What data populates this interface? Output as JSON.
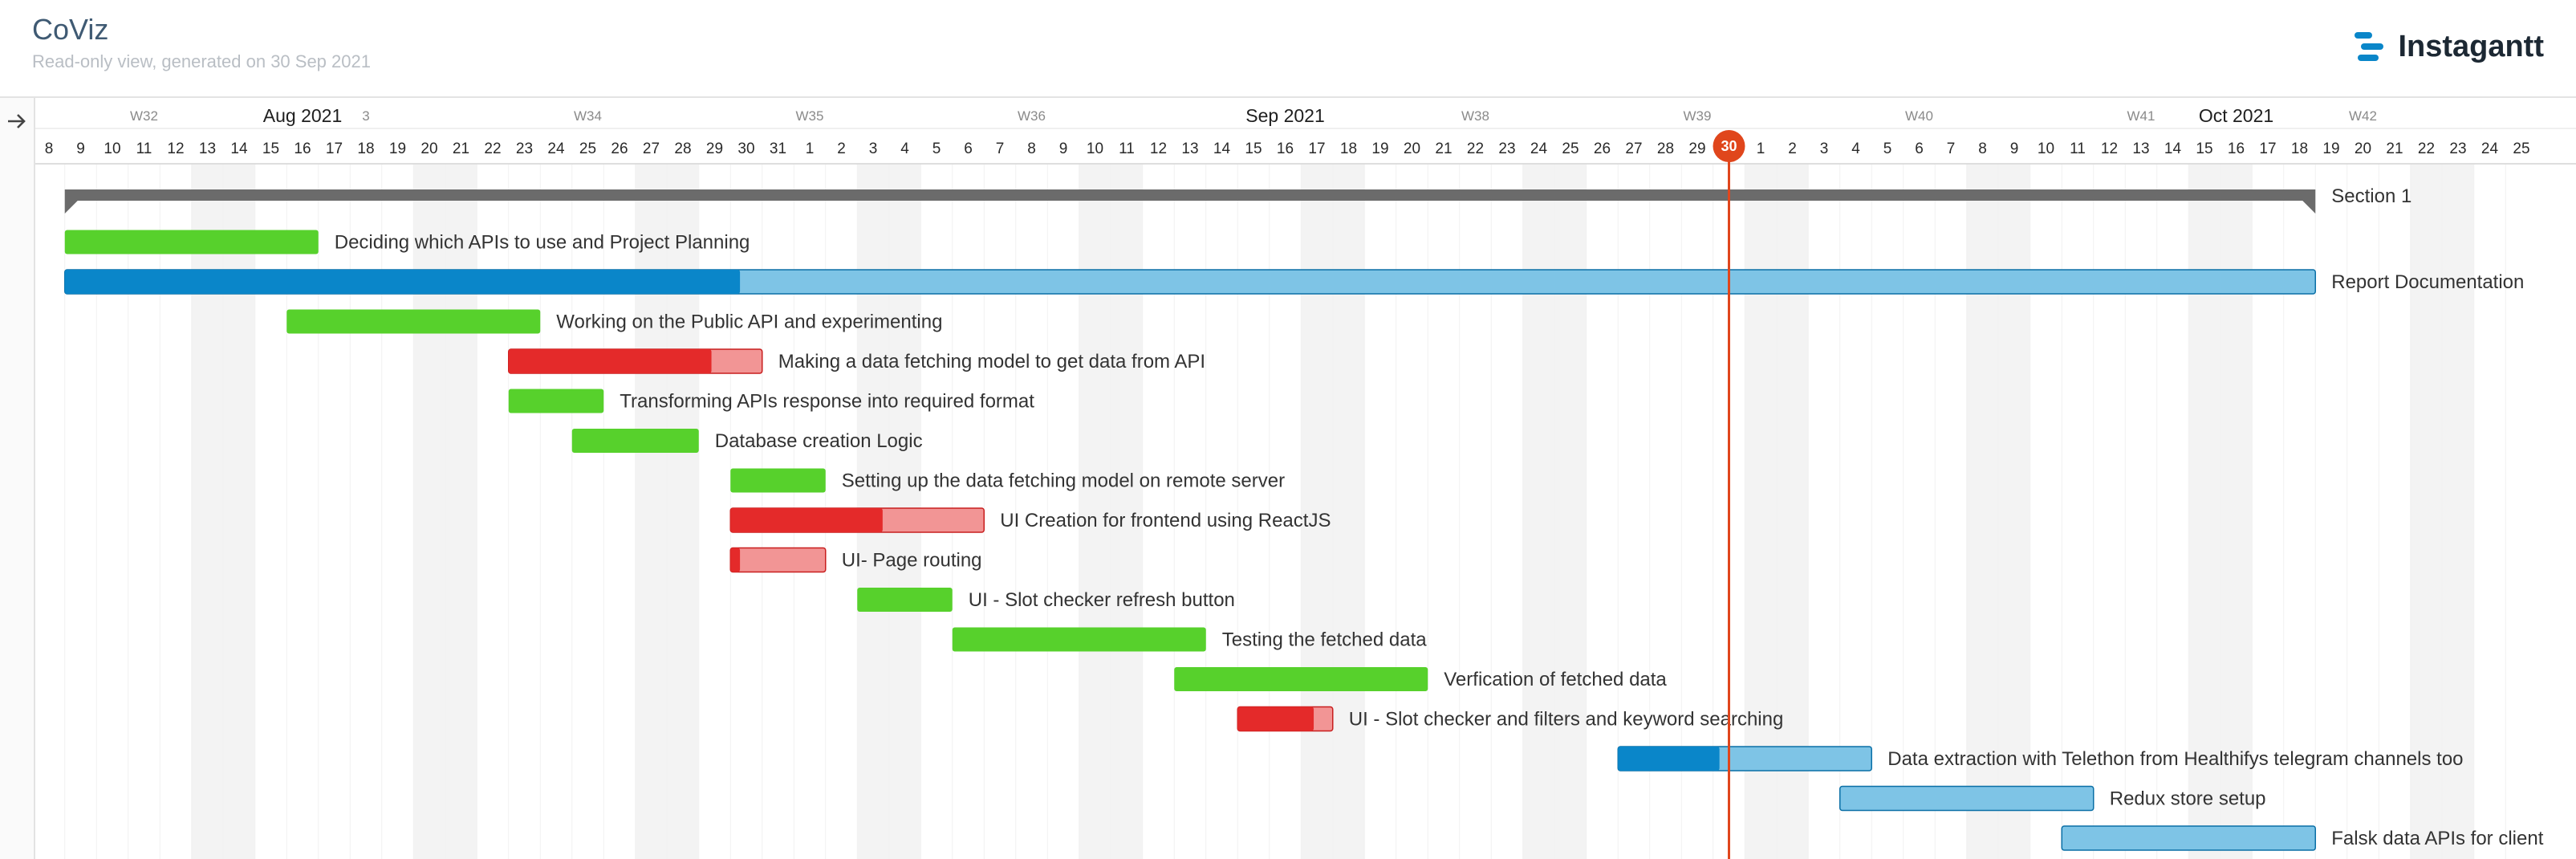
{
  "header": {
    "title": "CoViz",
    "subtitle": "Read-only view, generated on 30 Sep 2021",
    "brand": "Instagantt"
  },
  "timeline": {
    "days": [
      "8",
      "9",
      "10",
      "11",
      "12",
      "13",
      "14",
      "15",
      "16",
      "17",
      "18",
      "19",
      "20",
      "21",
      "22",
      "23",
      "24",
      "25",
      "26",
      "27",
      "28",
      "29",
      "30",
      "31",
      "1",
      "2",
      "3",
      "4",
      "5",
      "6",
      "7",
      "8",
      "9",
      "10",
      "11",
      "12",
      "13",
      "14",
      "15",
      "16",
      "17",
      "18",
      "19",
      "20",
      "21",
      "22",
      "23",
      "24",
      "25",
      "26",
      "27",
      "28",
      "29",
      "30",
      "1",
      "2",
      "3",
      "4",
      "5",
      "6",
      "7",
      "8",
      "9",
      "10",
      "11",
      "12",
      "13",
      "14",
      "15",
      "16",
      "17",
      "18",
      "19",
      "20",
      "21",
      "22",
      "23",
      "24",
      "25"
    ],
    "weekend_day_indices": [
      5,
      6,
      12,
      13,
      19,
      20,
      26,
      27,
      33,
      34,
      40,
      41,
      47,
      48,
      54,
      55,
      61,
      62,
      68,
      69,
      75,
      76
    ],
    "week_labels": [
      {
        "day_index": 3,
        "text": "W32"
      },
      {
        "day_index": 10,
        "text": "3"
      },
      {
        "day_index": 17,
        "text": "W34"
      },
      {
        "day_index": 24,
        "text": "W35"
      },
      {
        "day_index": 31,
        "text": "W36"
      },
      {
        "day_index": 45,
        "text": "W38"
      },
      {
        "day_index": 52,
        "text": "W39"
      },
      {
        "day_index": 59,
        "text": "W40"
      },
      {
        "day_index": 66,
        "text": "W41"
      },
      {
        "day_index": 73,
        "text": "W42"
      }
    ],
    "month_labels": [
      {
        "day_index": 8,
        "text": "Aug 2021"
      },
      {
        "day_index": 39,
        "text": "Sep 2021"
      },
      {
        "day_index": 69,
        "text": "Oct 2021"
      }
    ],
    "today_index": 53,
    "today_label": "30"
  },
  "section": {
    "label": "Section 1",
    "start": 0.5,
    "end": 71.5
  },
  "tasks": [
    {
      "label": "Deciding which APIs to use and Project Planning",
      "start": 0.5,
      "end": 8.5,
      "progress": 1.0,
      "status": "done"
    },
    {
      "label": "Report Documentation",
      "start": 0.5,
      "end": 71.5,
      "progress": 0.3,
      "status": "in_progress"
    },
    {
      "label": "Working on the Public API and experimenting",
      "start": 7.5,
      "end": 15.5,
      "progress": 1.0,
      "status": "done"
    },
    {
      "label": "Making a data fetching model to get data from API",
      "start": 14.5,
      "end": 22.5,
      "progress": 0.8,
      "status": "overdue"
    },
    {
      "label": "Transforming APIs response into required format",
      "start": 14.5,
      "end": 17.5,
      "progress": 1.0,
      "status": "done"
    },
    {
      "label": "Database creation Logic",
      "start": 16.5,
      "end": 20.5,
      "progress": 1.0,
      "status": "done"
    },
    {
      "label": "Setting up the data fetching model on remote server",
      "start": 21.5,
      "end": 24.5,
      "progress": 1.0,
      "status": "done"
    },
    {
      "label": "UI Creation for frontend using ReactJS",
      "start": 21.5,
      "end": 29.5,
      "progress": 0.6,
      "status": "overdue"
    },
    {
      "label": "UI- Page routing",
      "start": 21.5,
      "end": 24.5,
      "progress": 0.1,
      "status": "overdue"
    },
    {
      "label": "UI - Slot checker refresh button",
      "start": 25.5,
      "end": 28.5,
      "progress": 1.0,
      "status": "done"
    },
    {
      "label": "Testing the fetched data",
      "start": 28.5,
      "end": 36.5,
      "progress": 1.0,
      "status": "done"
    },
    {
      "label": "Verfication of fetched data",
      "start": 35.5,
      "end": 43.5,
      "progress": 1.0,
      "status": "done"
    },
    {
      "label": "UI - Slot checker and filters and keyword searching",
      "start": 37.5,
      "end": 40.5,
      "progress": 0.8,
      "status": "overdue"
    },
    {
      "label": "Data extraction with Telethon from Healthifys telegram channels too",
      "start": 49.5,
      "end": 57.5,
      "progress": 0.4,
      "status": "in_progress"
    },
    {
      "label": "Redux store setup",
      "start": 56.5,
      "end": 64.5,
      "progress": 0.0,
      "status": "in_progress"
    },
    {
      "label": "Falsk data APIs for client",
      "start": 63.5,
      "end": 71.5,
      "progress": 0.0,
      "status": "in_progress"
    }
  ],
  "colors": {
    "done": "#57d12c",
    "in_progress_fill": "#0a86c9",
    "in_progress_rest": "#7ec4e6",
    "overdue_fill": "#e42a2a",
    "overdue_rest": "#f29595",
    "section": "#6b6b6b",
    "today": "#e0461c"
  },
  "icons": {
    "collapse": "arrow-right-icon",
    "brand": "instagantt-logo-icon"
  }
}
